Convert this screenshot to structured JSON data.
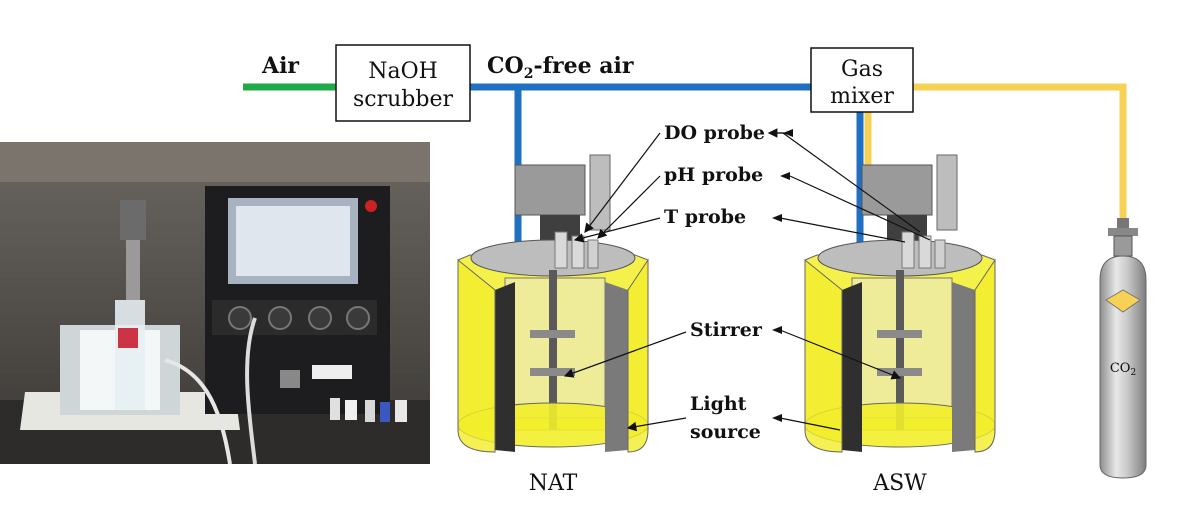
{
  "labels": {
    "air": "Air",
    "scrubber_line1": "NaOH",
    "scrubber_line2": "scrubber",
    "co2_free_prefix": "CO",
    "co2_free_sub": "2",
    "co2_free_suffix": "-free air",
    "mixer_line1": "Gas",
    "mixer_line2": "mixer",
    "do_probe": "DO probe",
    "ph_probe": "pH probe",
    "t_probe": "T probe",
    "stirrer": "Stirrer",
    "light_line1": "Light",
    "light_line2": "source",
    "reactor_left": "NAT",
    "reactor_right": "ASW",
    "cylinder_prefix": "CO",
    "cylinder_sub": "2"
  },
  "colors": {
    "air_line": "#1faa4a",
    "co2_free_line": "#1f6fc2",
    "co2_line": "#f7d154",
    "jacket": "#f2ee2a",
    "steel": "#a6a6a6",
    "dark_steel": "#4a4a4a"
  }
}
